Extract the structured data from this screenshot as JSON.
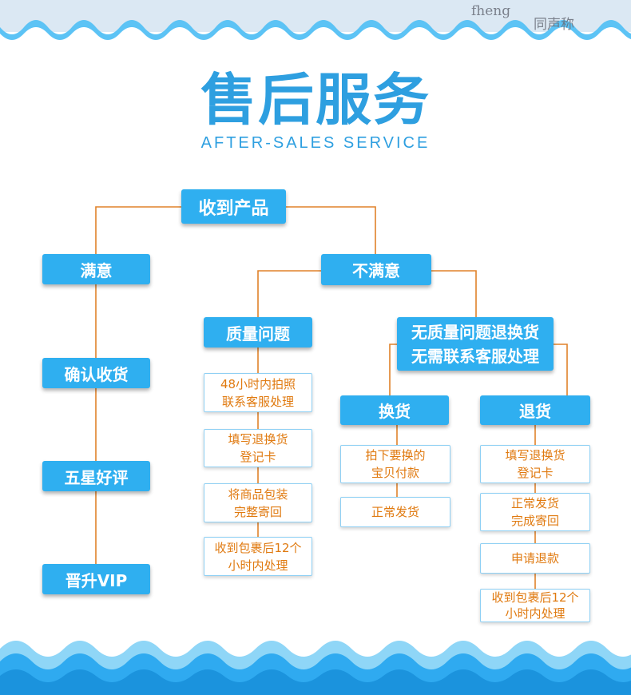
{
  "header": {
    "title": "售后服务",
    "subtitle": "AFTER-SALES SERVICE"
  },
  "background_snippets": [
    "fheng",
    "同声称"
  ],
  "colors": {
    "accent": "#2faff0",
    "title": "#2e9fe0",
    "connector": "#e0822a",
    "step_text": "#e07a10"
  },
  "flow": {
    "root": "收到产品",
    "satisfied": {
      "label": "满意",
      "steps": [
        "确认收货",
        "五星好评",
        "晋升VIP"
      ]
    },
    "unsatisfied": {
      "label": "不满意",
      "quality_issue": {
        "label": "质量问题",
        "steps": [
          "48小时内拍照\n联系客服处理",
          "填写退换货\n登记卡",
          "将商品包装\n完整寄回",
          "收到包裹后12个\n小时内处理"
        ]
      },
      "no_quality_issue": {
        "label": "无质量问题退换货\n无需联系客服处理",
        "exchange": {
          "label": "换货",
          "steps": [
            "拍下要换的\n宝贝付款",
            "正常发货"
          ]
        },
        "return": {
          "label": "退货",
          "steps": [
            "填写退换货\n登记卡",
            "正常发货\n完成寄回",
            "申请退款",
            "收到包裹后12个\n小时内处理"
          ]
        }
      }
    }
  }
}
